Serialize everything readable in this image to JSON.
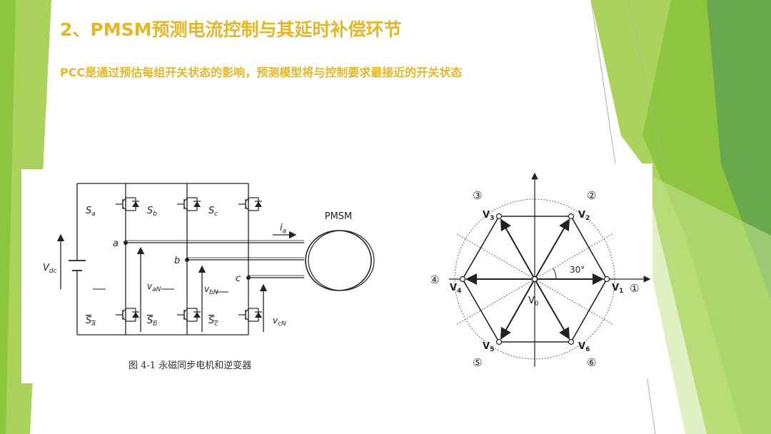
{
  "slide": {
    "title": "2、PMSM预测电流控制与其延时补偿环节",
    "subtitle": "PCC是通过预估每组开关状态的影响，预测模型将与控制要求最接近的开关状态",
    "colors": {
      "title": "#e5b723",
      "green_light": "#a9d35a",
      "green_mid": "#8cc63f",
      "green_dark": "#6aa84f"
    }
  },
  "circuit": {
    "caption": "图 4-1  永磁同步电机和逆变器",
    "motor_label": "PMSM",
    "dc_label": "V",
    "dc_sub": "dc",
    "upper_switches": [
      {
        "letter": "S",
        "sub": "a"
      },
      {
        "letter": "S",
        "sub": "b"
      },
      {
        "letter": "S",
        "sub": "c"
      }
    ],
    "lower_switches": [
      {
        "letter": "S",
        "sub": "a"
      },
      {
        "letter": "S",
        "sub": "b"
      },
      {
        "letter": "S",
        "sub": "c"
      }
    ],
    "nodes": [
      "a",
      "b",
      "c"
    ],
    "current": {
      "letter": "i",
      "sub": "a"
    },
    "phase_voltages": [
      {
        "letter": "v",
        "sub": "aN"
      },
      {
        "letter": "v",
        "sub": "bN"
      },
      {
        "letter": "v",
        "sub": "cN"
      }
    ]
  },
  "hexagon": {
    "angle_label": "30°",
    "zero_vector": {
      "letter": "V",
      "sub": "0"
    },
    "vectors": [
      {
        "letter": "V",
        "sub": "1"
      },
      {
        "letter": "V",
        "sub": "2"
      },
      {
        "letter": "V",
        "sub": "3"
      },
      {
        "letter": "V",
        "sub": "4"
      },
      {
        "letter": "V",
        "sub": "5"
      },
      {
        "letter": "V",
        "sub": "6"
      }
    ],
    "sectors": [
      "①",
      "②",
      "③",
      "④",
      "⑤",
      "⑥"
    ]
  }
}
